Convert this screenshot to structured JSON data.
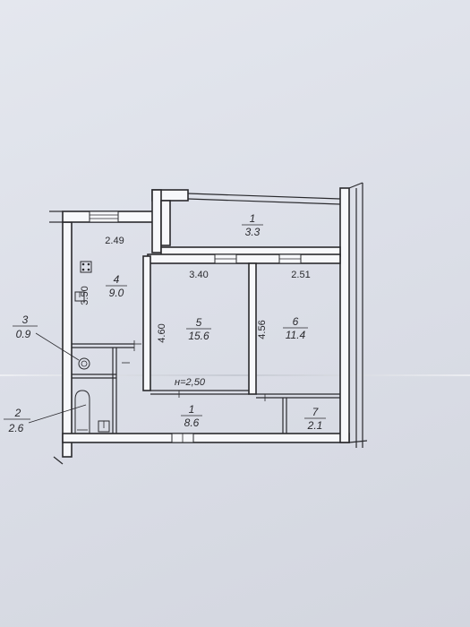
{
  "rooms": [
    {
      "id": "room-1-balcony",
      "number": "1",
      "area": "3.3"
    },
    {
      "id": "room-4-kitchen",
      "number": "4",
      "area": "9.0"
    },
    {
      "id": "room-5",
      "number": "5",
      "area": "15.6"
    },
    {
      "id": "room-6",
      "number": "6",
      "area": "11.4"
    },
    {
      "id": "room-1-hall",
      "number": "1",
      "area": "8.6"
    },
    {
      "id": "room-7",
      "number": "7",
      "area": "2.1"
    },
    {
      "id": "room-3",
      "number": "3",
      "area": "0.9"
    },
    {
      "id": "room-2",
      "number": "2",
      "area": "2.6"
    }
  ],
  "dimensions": {
    "kitchen_width": "2.49",
    "kitchen_length": "3.50",
    "room5_width": "3.40",
    "room5_length": "4.60",
    "room6_width": "2.51",
    "room6_length": "4.56",
    "ceiling_height": "н=2,50"
  }
}
